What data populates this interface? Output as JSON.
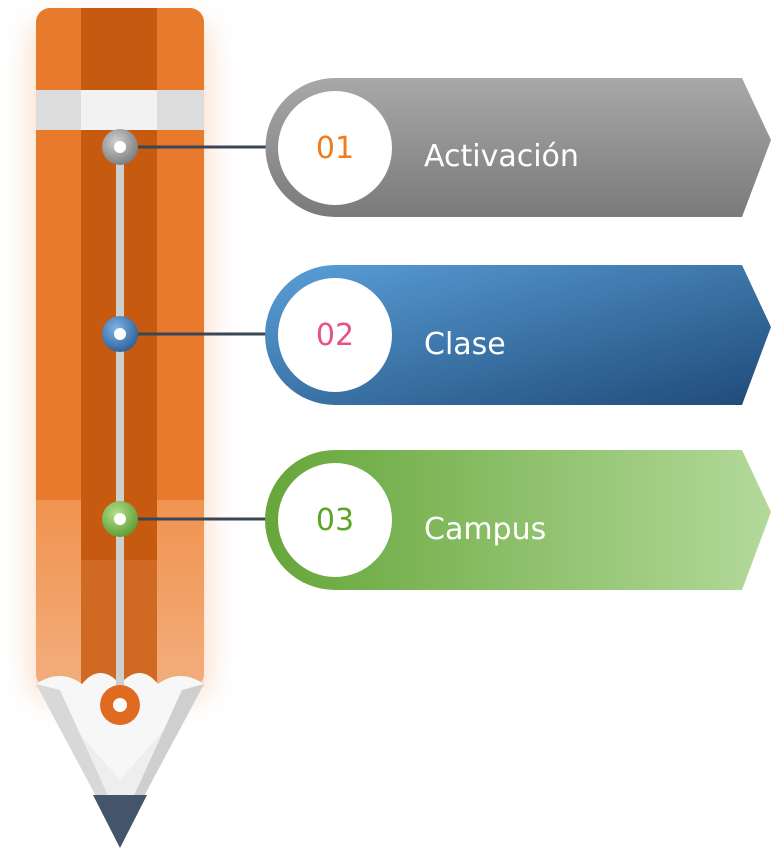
{
  "steps": [
    {
      "number": "01",
      "label": "Activación"
    },
    {
      "number": "02",
      "label": "Clase"
    },
    {
      "number": "03",
      "label": "Campus"
    }
  ],
  "colors": {
    "pencil_body": "#e87a2e",
    "pencil_stripe": "#c55a10",
    "step1_number": "#f07c1c",
    "step2_number": "#e8508a",
    "step3_number": "#5aa627",
    "banner1": "#8a8a8a",
    "banner2": "#3b75ad",
    "banner3": "#7cb454"
  }
}
